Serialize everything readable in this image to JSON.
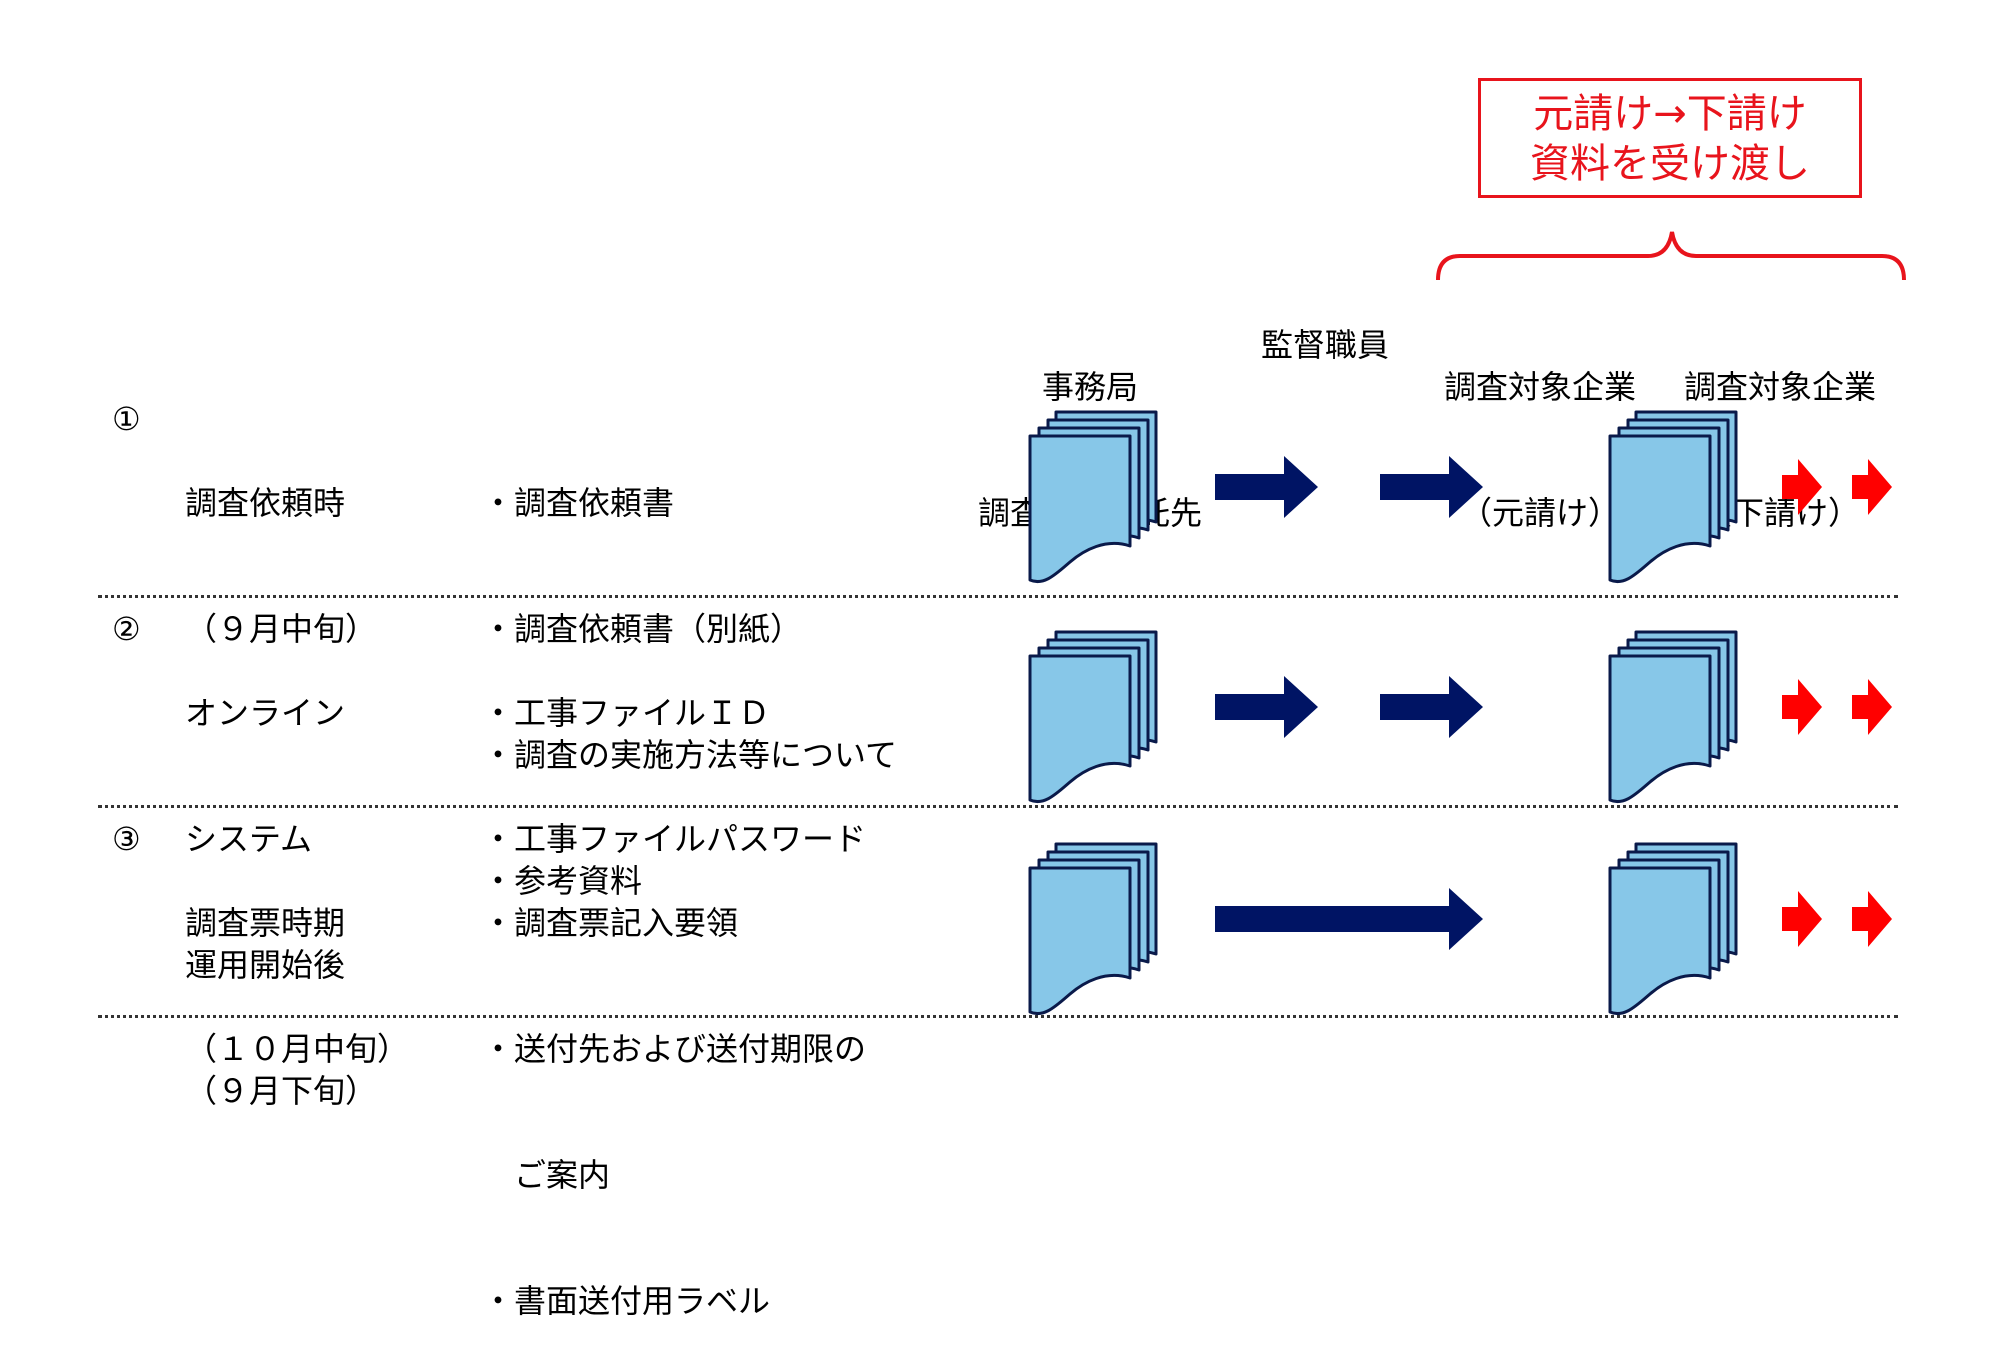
{
  "callout": {
    "line1": "元請け→下請け",
    "line2": "資料を受け渡し"
  },
  "headers": {
    "secretariat_line1": "事務局",
    "secretariat_line2": "調査業務委託先",
    "supervisor": "監督職員",
    "prime_line1": "調査対象企業",
    "prime_line2": "（元請け）",
    "sub_line1": "調査対象企業",
    "sub_line2": "（下請け）"
  },
  "rows": [
    {
      "number": "①",
      "stage": [
        "調査依頼時",
        "（９月中旬）"
      ],
      "items": [
        "・調査依頼書",
        "・調査依頼書（別紙）",
        "・調査の実施方法等について",
        "・参考資料"
      ]
    },
    {
      "number": "②",
      "stage": [
        "オンライン",
        "システム",
        "運用開始後",
        "（９月下旬）"
      ],
      "items": [
        "・工事ファイルＩＤ",
        "・工事ファイルパスワード"
      ]
    },
    {
      "number": "③",
      "stage": [
        "調査票時期",
        "（１０月中旬）"
      ],
      "items": [
        "・調査票記入要領",
        "・送付先および送付期限の",
        "　ご案内",
        "・書面送付用ラベル"
      ]
    }
  ],
  "colors": {
    "navy": "#001464",
    "red": "#ff0000",
    "doc_fill": "#87c7e8",
    "callout_red": "#e8141c"
  }
}
